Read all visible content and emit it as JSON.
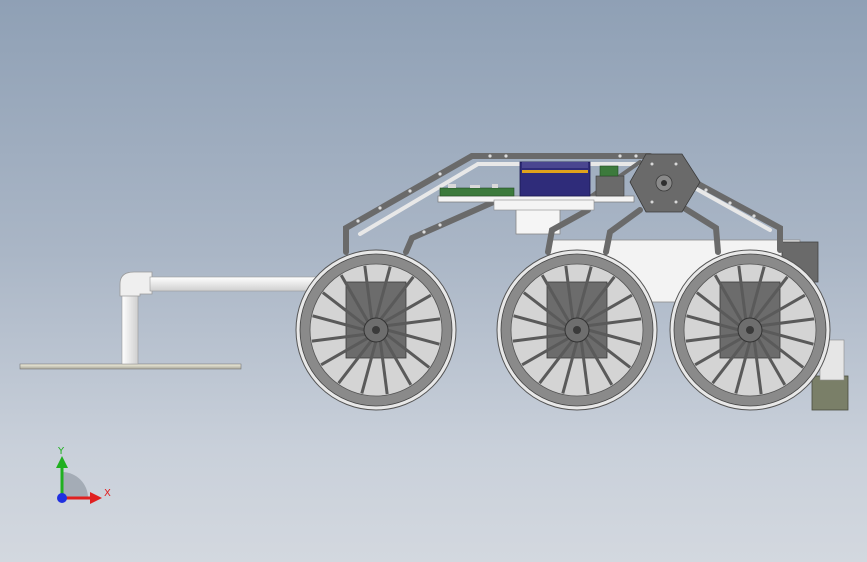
{
  "viewport": {
    "background_top": "#8fa0b5",
    "background_bottom": "#d3d8df"
  },
  "model": {
    "wheel_count": 3,
    "spokes_per_wheel": 16,
    "colors": {
      "tire": "#8a8a8a",
      "rim": "#e8e8e8",
      "hub": "#6e6e6e",
      "frame": "#6f6f6f",
      "panel": "#f2f2f2",
      "battery": "#2f2c7a",
      "battery_stripe": "#e0a21c",
      "pcb": "#3c7a3c",
      "pipe": "#f4f4f4",
      "sensor": "#7a7f68"
    }
  },
  "triad": {
    "x_label": "X",
    "y_label": "Y",
    "x_color": "#e02020",
    "y_color": "#20b020",
    "z_color": "#2030e0"
  }
}
